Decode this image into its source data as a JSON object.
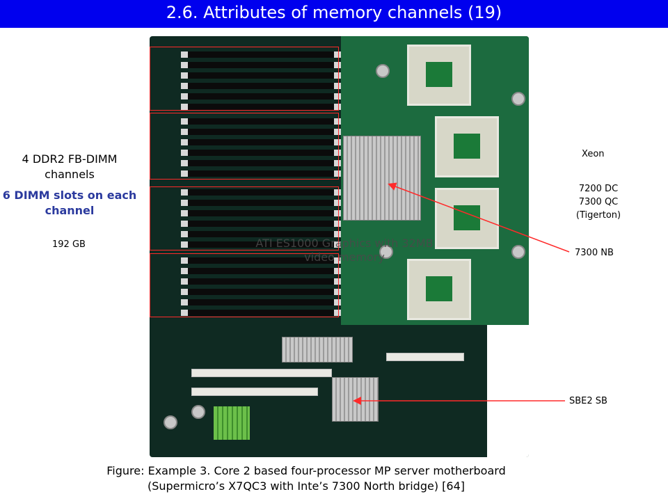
{
  "title": "2.6. Attributes of memory channels (19)",
  "left": {
    "channels_text": "4 DDR2 FB-DIMM channels",
    "slots_text": "6 DIMM slots on each channel",
    "capacity": "192 GB"
  },
  "overlay_text": "ATI ES1000 Graphics with 32MB video memory",
  "right": {
    "processor": "Xeon",
    "processor_models": [
      "7200 DC",
      "7300 QC",
      "(Tigerton)"
    ],
    "northbridge": "7300 NB",
    "southbridge": "SBE2 SB"
  },
  "caption": {
    "line1": "Figure: Example 3. Core 2 based four-processor MP server motherboard",
    "line2": "(Supermicro’s X7QC3 with Inte’s 7300 North bridge) [64]"
  },
  "colors": {
    "title_bar": "#0000ee",
    "accent_text": "#2b3a9e",
    "annotation_red": "#ff2a2a"
  }
}
